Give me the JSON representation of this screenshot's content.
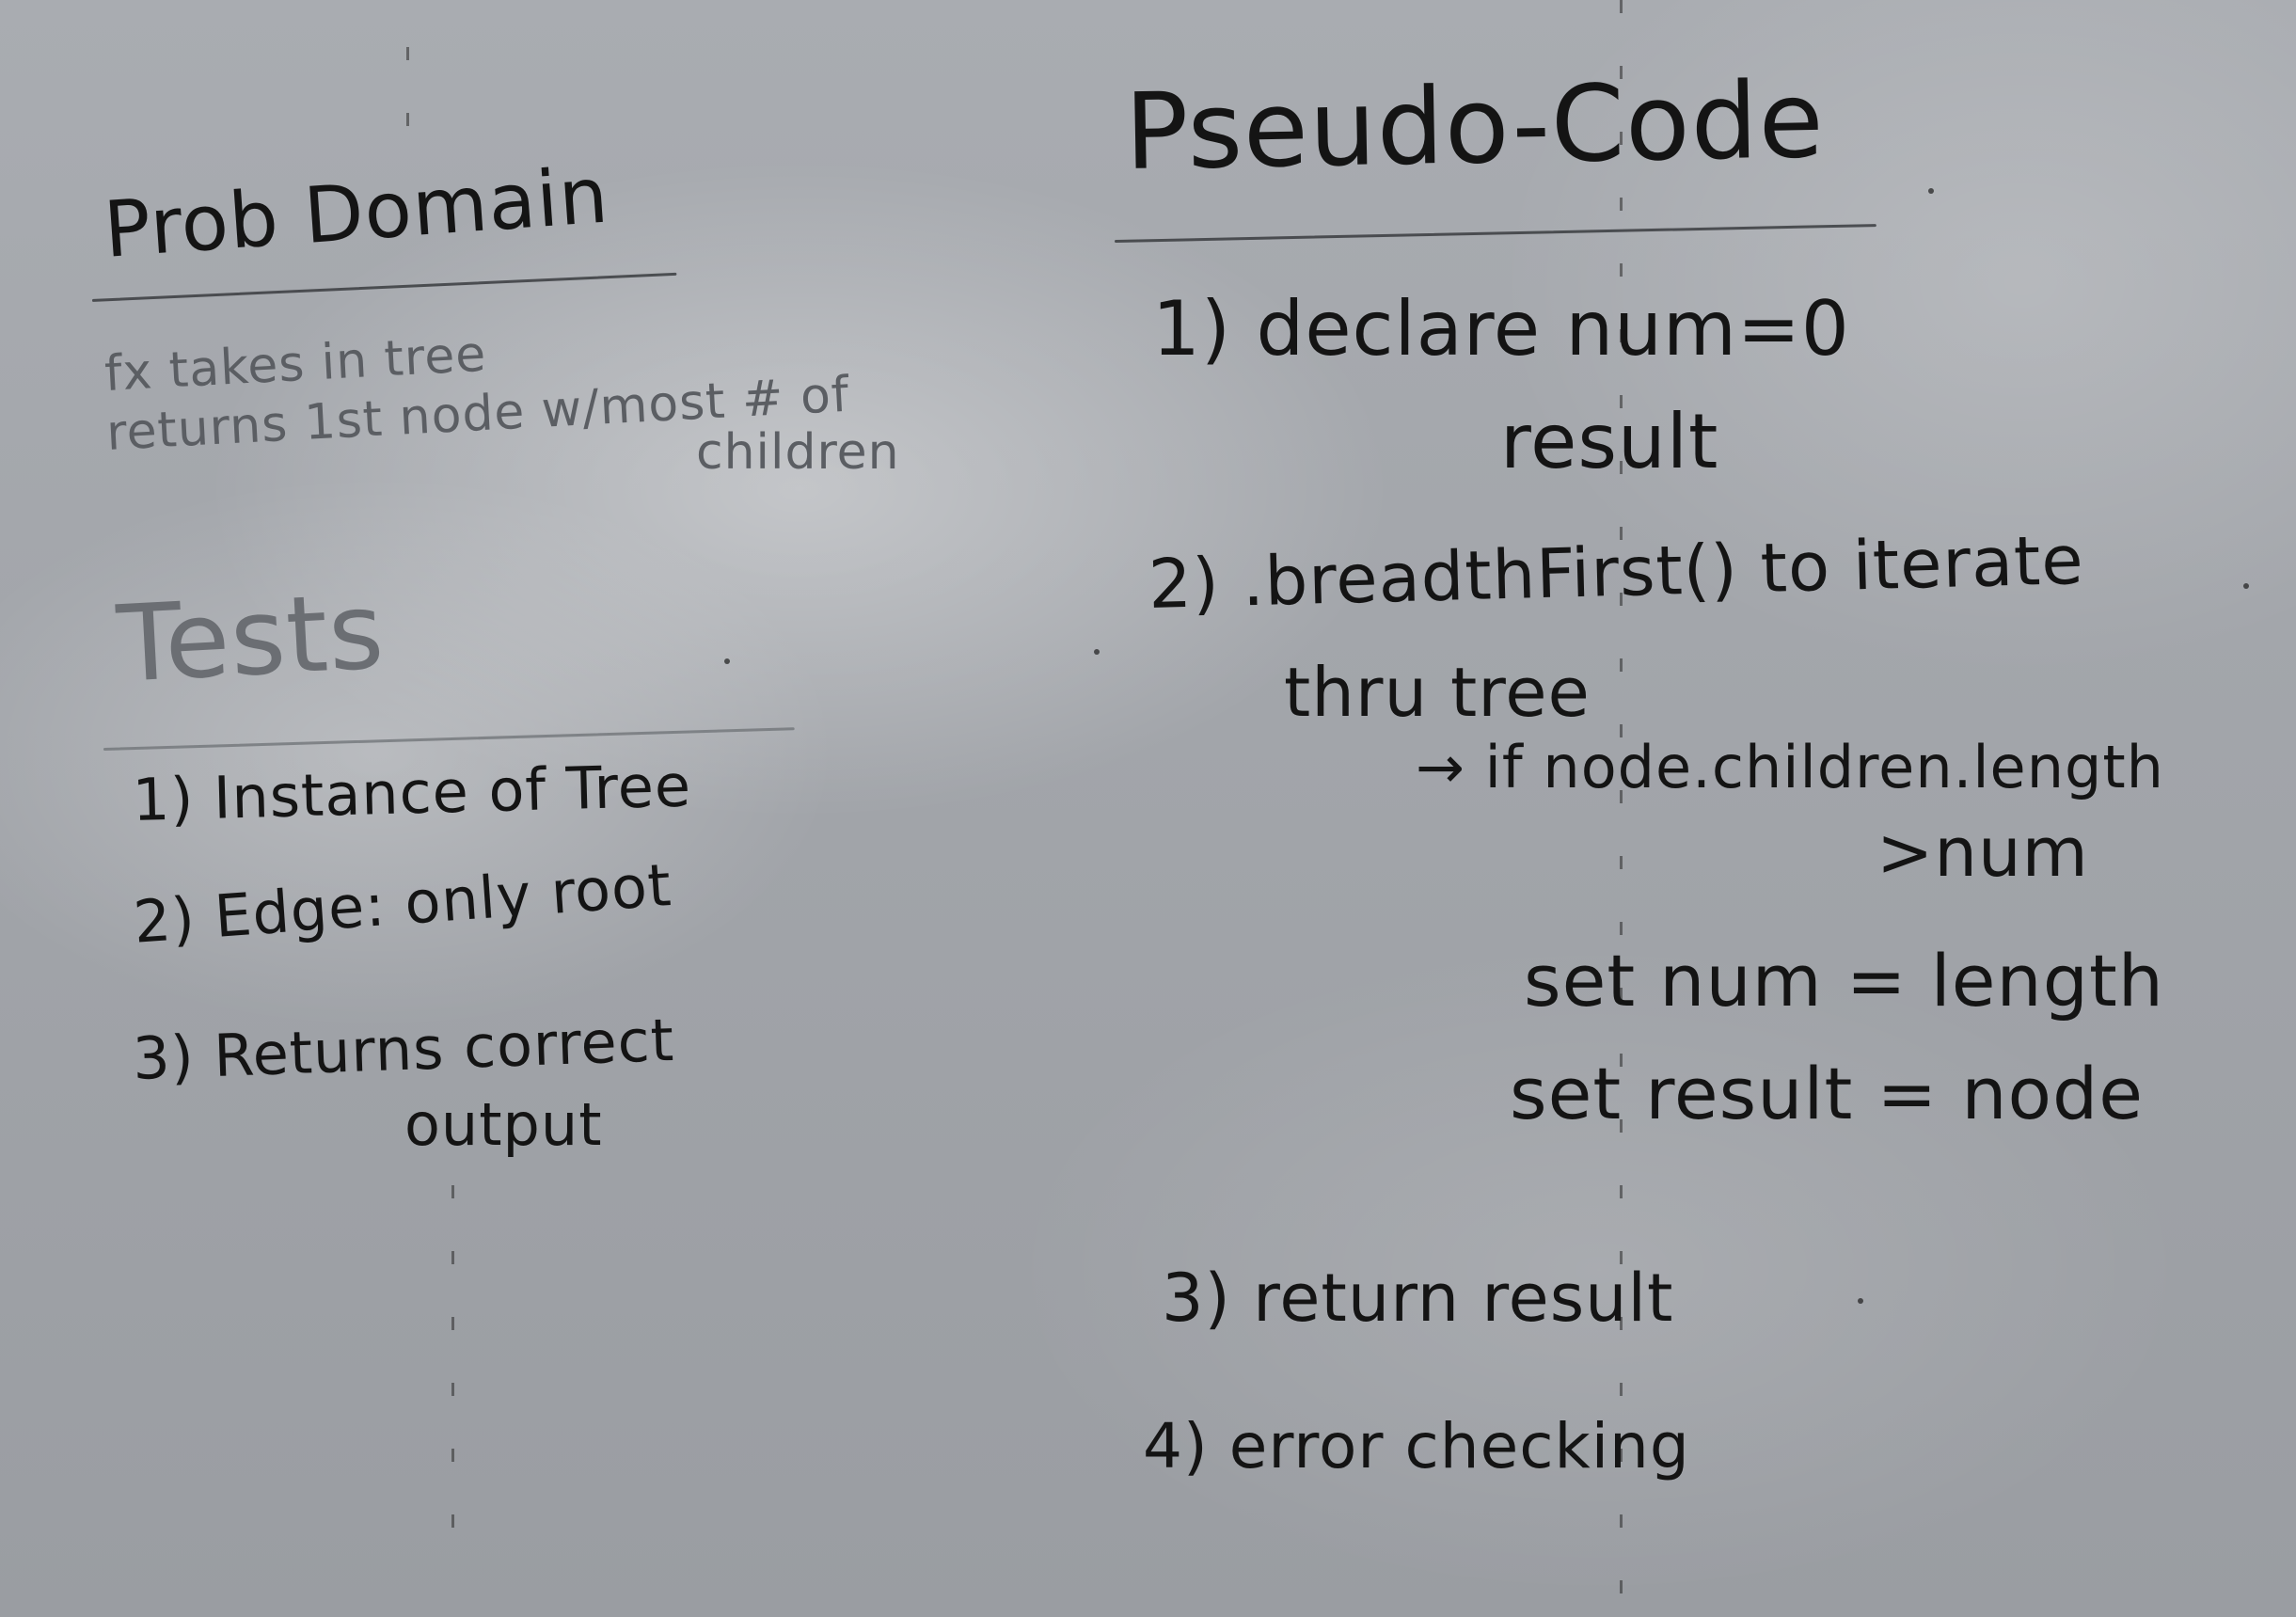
{
  "problem_domain": {
    "heading": "Prob Domain",
    "line1": "fx takes in tree",
    "line2": "returns 1st node w/most # of",
    "line3": "children"
  },
  "tests": {
    "heading": "Tests",
    "items": [
      "1) Instance of Tree",
      "2) Edge: only root",
      "3) Returns correct",
      "output"
    ]
  },
  "pseudo_code": {
    "heading": "Pseudo-Code",
    "step1": "1) declare num=0",
    "step1b": "result",
    "step2": "2) .breadthFirst() to iterate",
    "step2b": "thru tree",
    "step2c": "→ if node.children.length",
    "step2d": ">num",
    "step2e": "set num = length",
    "step2f": "set result = node",
    "step3": "3) return result",
    "step4": "4) error checking"
  }
}
